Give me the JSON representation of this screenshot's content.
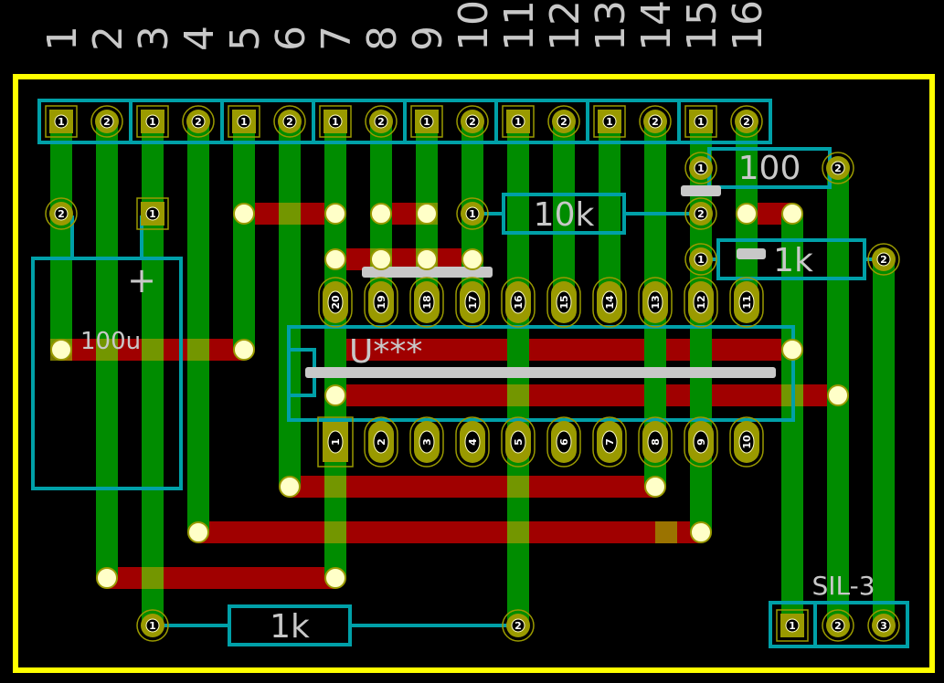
{
  "colors": {
    "background": "#000000",
    "board_outline": "#ffff00",
    "copper_top": "#008c00",
    "copper_bottom": "#a00000",
    "pad": "#9a9a00",
    "pad_ring": "#ffffc8",
    "silkscreen_footprint": "#00a0a8",
    "silkscreen_text": "#c8c8c8"
  },
  "column_labels": [
    "1",
    "2",
    "3",
    "4",
    "5",
    "6",
    "7",
    "8",
    "9",
    "10",
    "11",
    "12",
    "13",
    "14",
    "15",
    "16"
  ],
  "header_pad_labels": [
    "1",
    "2"
  ],
  "ic": {
    "reference": "U***",
    "bottom_pins": [
      "1",
      "2",
      "3",
      "4",
      "5",
      "6",
      "7",
      "8",
      "9",
      "10"
    ],
    "top_pins": [
      "20",
      "19",
      "18",
      "17",
      "16",
      "15",
      "14",
      "13",
      "12",
      "11"
    ]
  },
  "components": {
    "capacitor_value": "100u",
    "capacitor_polarity": "+",
    "capacitor_pads": [
      "2",
      "1"
    ],
    "resistor_10k": "10k",
    "resistor_100": "100",
    "resistor_1k_right": "1k",
    "resistor_1k_bottom": "1k",
    "resistor_pads": [
      "1",
      "2"
    ]
  },
  "connector": {
    "label": "SIL-3",
    "pins": [
      "1",
      "2",
      "3"
    ]
  }
}
